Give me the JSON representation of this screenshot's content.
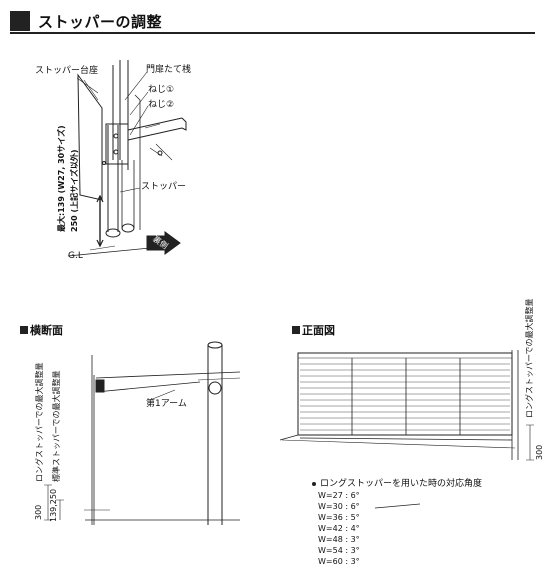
{
  "title": "ストッパーの調整",
  "top_diagram": {
    "label_stopper_base": "ストッパー台座",
    "label_gate_stile": "門扉たて桟",
    "label_screw1": "ねじ①",
    "label_screw2": "ねじ②",
    "label_stopper": "ストッパー",
    "label_max_height_line1": "最大:139 (W27, 30サイズ)",
    "label_max_height_line2": "250 (上記サイズ以外)",
    "label_gl": "G.L",
    "label_direction": "裏側"
  },
  "cross_section": {
    "title": "横断面",
    "label_arm": "第1アーム",
    "label_long_stopper_max": "ロングストッパーでの最大調整量",
    "label_std_stopper_max": "標準ストッパーでの最大調整量",
    "dim_300": "300",
    "dim_139_250": "139,250"
  },
  "front_view": {
    "title": "正面図",
    "label_long_stopper_max": "ロングストッパーでの最大調整量",
    "dim_300": "300",
    "note": "ロングストッパーを用いた時の対応角度",
    "angles": [
      "W=27 : 6°",
      "W=30 : 6°",
      "W=36 : 5°",
      "W=42 : 4°",
      "W=48 : 3°",
      "W=54 : 3°",
      "W=60 : 3°"
    ]
  }
}
